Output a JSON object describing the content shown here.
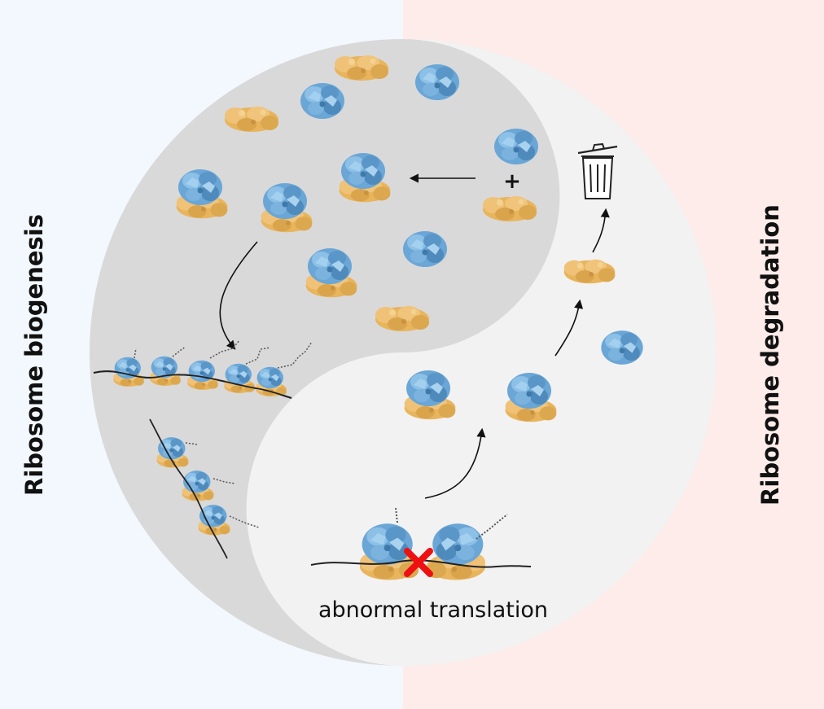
{
  "labels": {
    "left_title": "Ribosome biogenesis",
    "right_title": "Ribosome degradation",
    "bottom_caption": "abnormal translation",
    "plus_sign": "+"
  },
  "colors": {
    "left_background": "#f2f8fd",
    "right_background": "#fdecea",
    "dark_half": "#d9d9d9",
    "light_half": "#f2f2f2",
    "large_subunit": "#e8b45c",
    "small_subunit": "#6aa6d6",
    "stall_marker": "#ee1111"
  },
  "icons": [
    "trash-can-icon",
    "stall-x-icon"
  ]
}
